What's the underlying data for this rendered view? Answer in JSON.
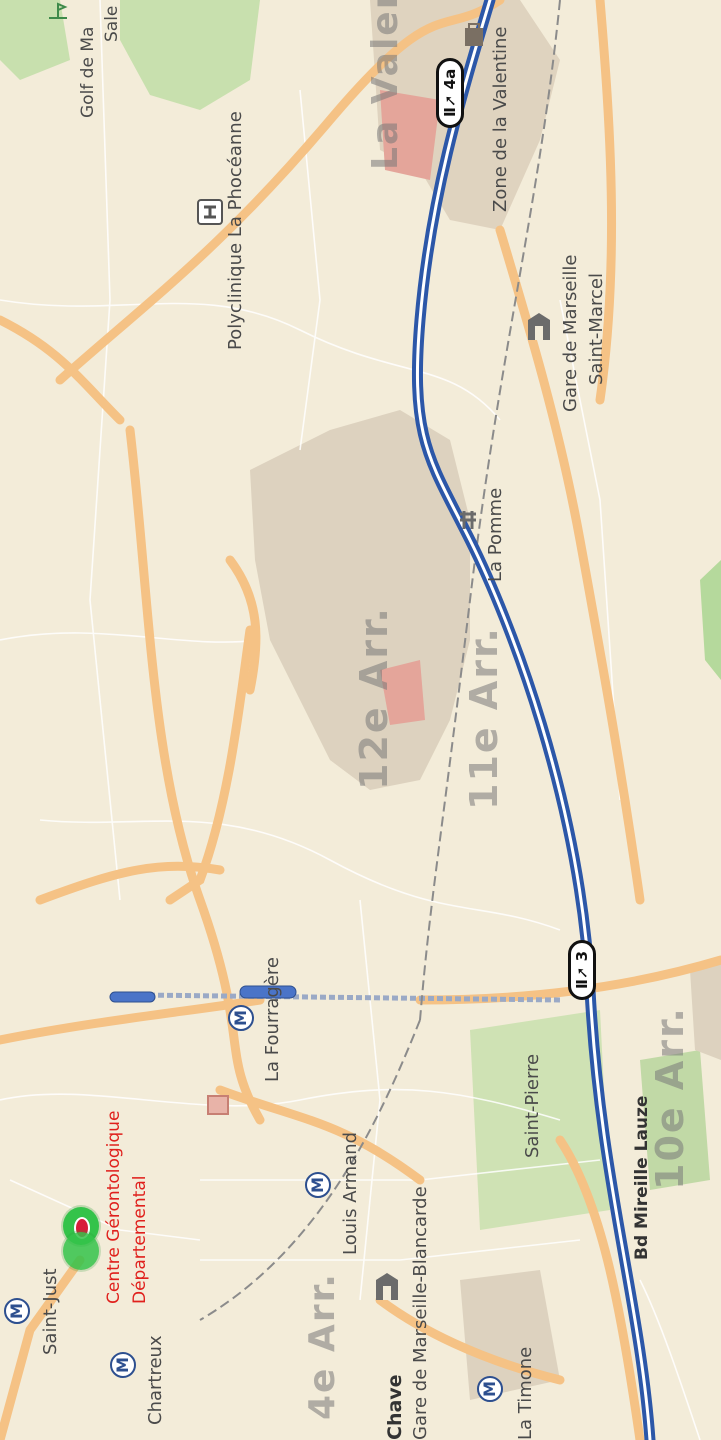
{
  "map": {
    "labels": {
      "golf": "Golf de Ma",
      "sale": "Sale",
      "la_valentine": "La Valen",
      "zone_valentine": "Zone de la Valentine",
      "polyclinique": "Polyclinique La Phocéanne",
      "gare_saint_marcel_1": "Gare de Marseille",
      "gare_saint_marcel_2": "Saint-Marcel",
      "la_pomme": "La Pomme",
      "arr_12": "12e Arr.",
      "arr_11": "11e Arr.",
      "la_fourragere": "La Fourragère",
      "saint_pierre": "Saint-Pierre",
      "louis_armand": "Louis Armand",
      "gare_blancarde": "Gare de Marseille-Blancarde",
      "chave": "Chave",
      "bd_mireille_lauze": "Bd Mireille Lauze",
      "arr_10": "10e Arr.",
      "saint_just": "Saint-Just",
      "chartreux": "Chartreux",
      "arr_4": "4e Arr.",
      "la_timone": "La Timone"
    },
    "poi": {
      "name_line1": "Centre Gérontologique",
      "name_line2": "Départemental",
      "color": "#e0201c"
    },
    "shields": {
      "a4a": "4a",
      "a3": "3"
    },
    "icons": {
      "metro": "M"
    },
    "colors": {
      "land": "#f3ecd9",
      "major_road": "#f5c285",
      "highway": "#3c6fd0",
      "urban_area": "#d9cdb9",
      "park": "#b5d99c"
    }
  }
}
